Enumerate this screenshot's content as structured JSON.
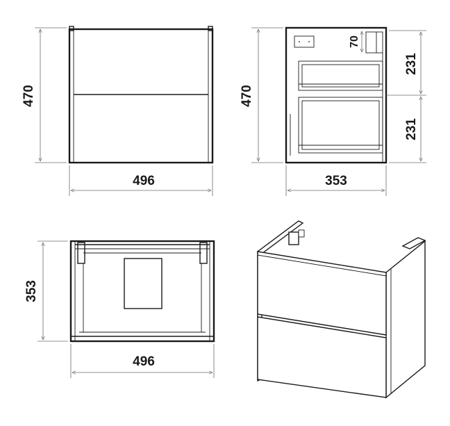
{
  "views": {
    "front": {
      "width_label": "496",
      "height_label": "470"
    },
    "side": {
      "depth_label": "353",
      "height_label": "470",
      "top_drawer_label": "231",
      "bottom_drawer_label": "231",
      "notch_label": "70"
    },
    "top": {
      "width_label": "496",
      "depth_label": "353"
    }
  },
  "colors": {
    "line": "#1a1a1a",
    "dimension": "#6b6b6b"
  }
}
